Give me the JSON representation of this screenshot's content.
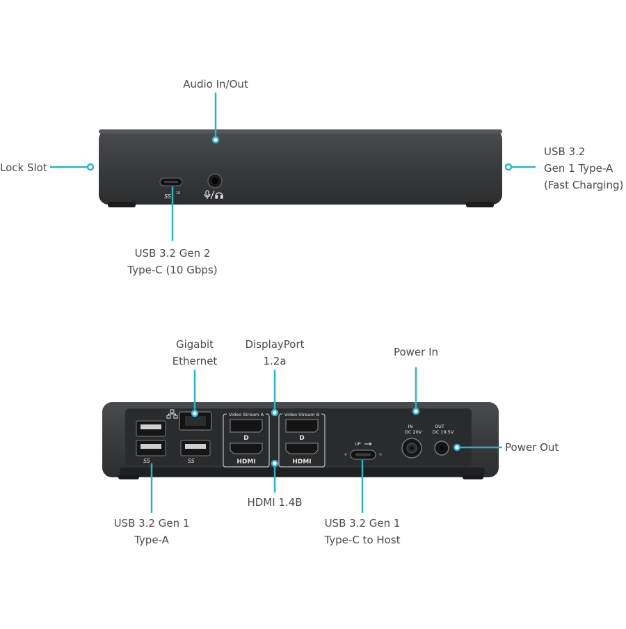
{
  "colors": {
    "accent": "#2bb3c8",
    "device": "#3a3b3d",
    "device_dark": "#1e1f21",
    "label_text": "#4a4a4a"
  },
  "front_view": {
    "labels": {
      "audio": "Audio In/Out",
      "lock": "Lock Slot",
      "usb_a_fast": "USB 3.2\nGen 1 Type-A\n(Fast Charging)",
      "usb_c_gen2": "USB 3.2 Gen 2\nType-C (10 Gbps)"
    },
    "port_marks": {
      "usb_c_logo": "SS",
      "usb_c_logo_sup": "10"
    }
  },
  "rear_view": {
    "labels": {
      "ethernet": "Gigabit\nEthernet",
      "displayport": "DisplayPort\n1.2a",
      "power_in": "Power In",
      "power_out": "Power Out",
      "hdmi": "HDMI 1.4B",
      "usb_a": "USB 3.2 Gen 1\nType-A",
      "usb_c_host": "USB 3.2 Gen 1\nType-C to Host"
    },
    "port_marks": {
      "video_stream_a": "Video Stream A",
      "video_stream_b": "Video Stream B",
      "hdmi_logo": "HDMI",
      "dp_logo": "D",
      "usb_c_up": "UP",
      "power_in_line1": "IN",
      "power_in_line2": "DC 20V",
      "power_out_line1": "OUT",
      "power_out_line2": "DC 19.5V",
      "usb_logo": "SS"
    }
  }
}
